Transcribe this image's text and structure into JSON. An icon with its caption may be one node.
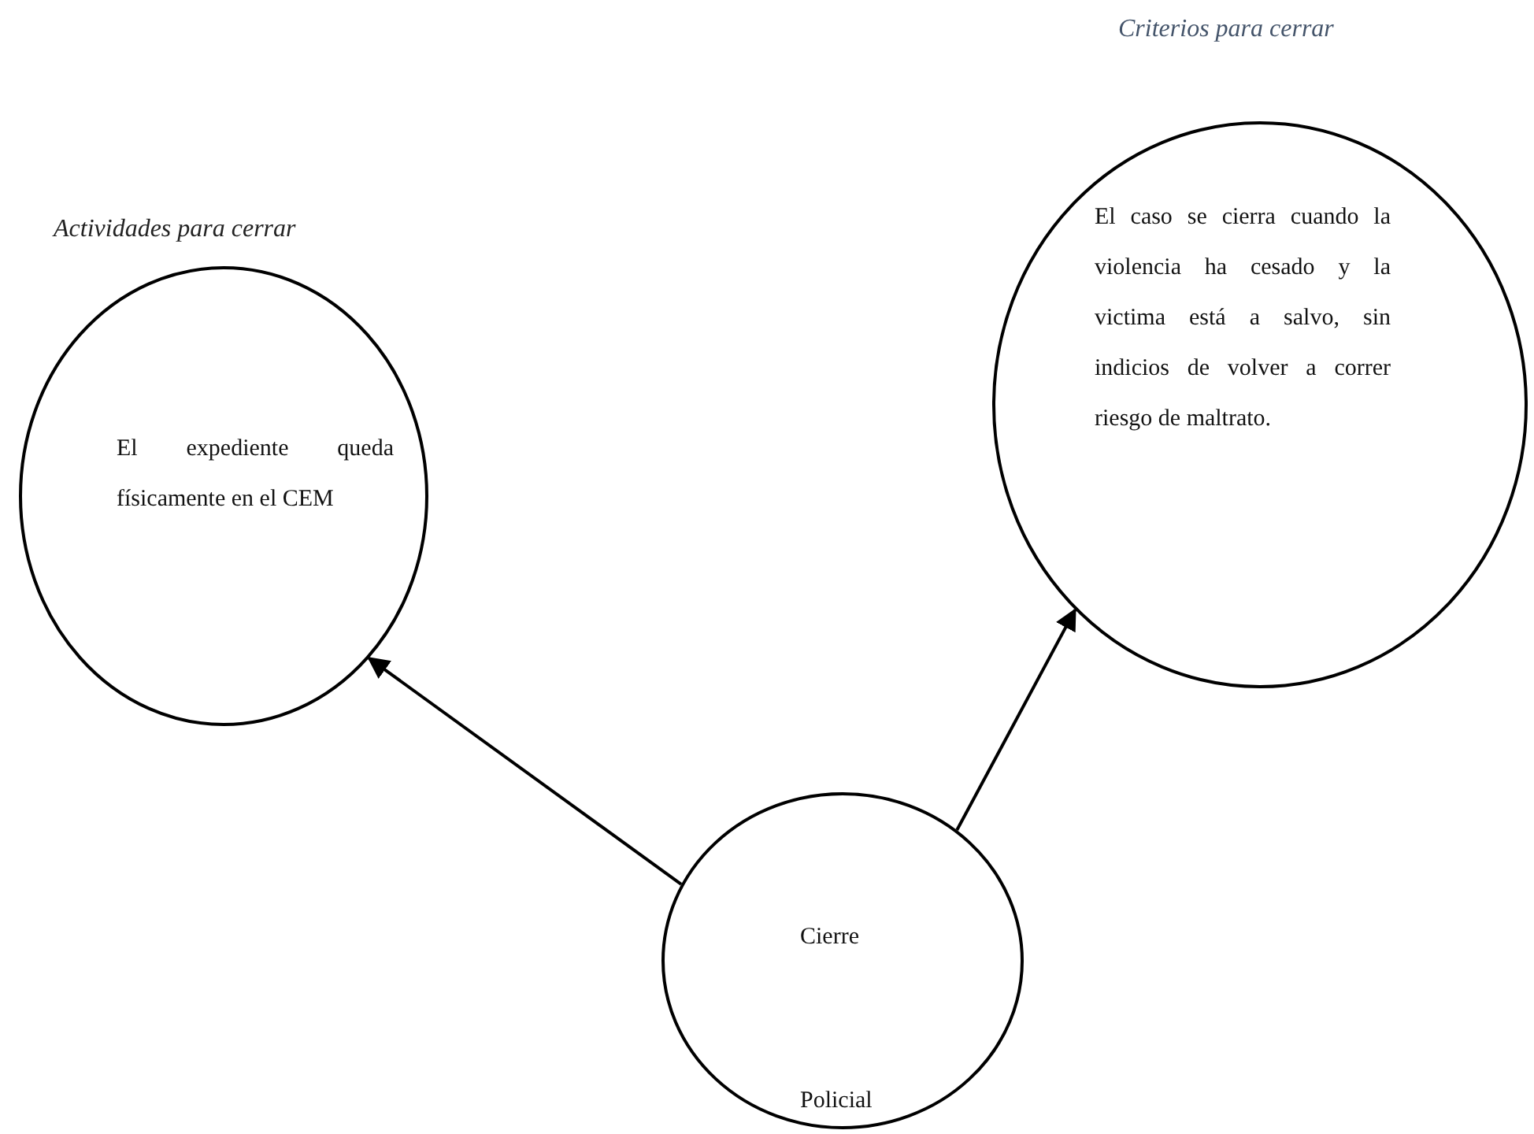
{
  "diagram": {
    "nodes": [
      {
        "text": [
          "Actividades para cerrar",
          "El expediente queda físicamente en el CEM"
        ]
      },
      {
        "text": [
          "Criterios para cerrar",
          "El caso se cierra cuando la violencia ha cesado y la victima está a salvo, sin indicios de volver a correr riesgo de maltrato."
        ]
      },
      {
        "text": [
          "Cierre Policial"
        ]
      }
    ],
    "edges": [
      {
        "from": 2,
        "to": 0,
        "arrow": "to"
      },
      {
        "from": 2,
        "to": 1,
        "arrow": "to"
      }
    ]
  }
}
